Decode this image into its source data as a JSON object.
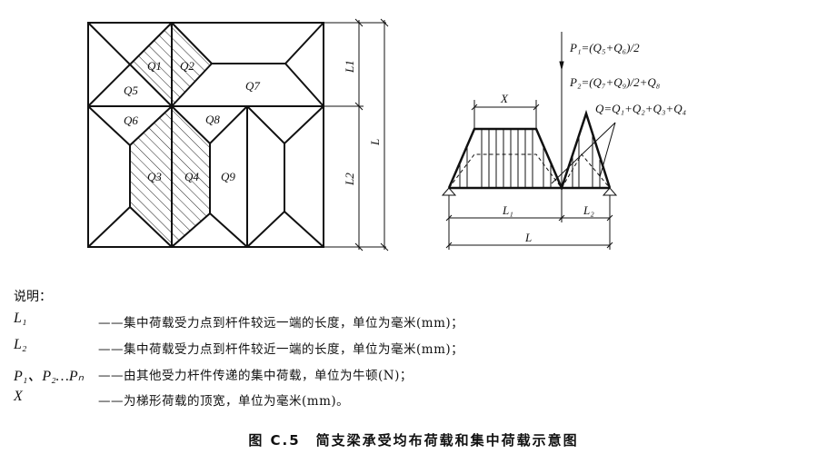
{
  "plan_labels": {
    "q1": "Q1",
    "q2": "Q2",
    "q3": "Q3",
    "q4": "Q4",
    "q5": "Q5",
    "q6": "Q6",
    "q7": "Q7",
    "q8": "Q8",
    "q9": "Q9",
    "l1": "L1",
    "l2": "L2",
    "l": "L"
  },
  "beam_labels": {
    "p1": "P₁=(Q₅+Q₆)/2",
    "p2": "P₂=(Q₇+Q₉)/2+Q₈",
    "q": "Q=Q₁+Q₂+Q₃+Q₄",
    "x": "X",
    "l1": "L₁",
    "l2": "L₂",
    "l": "L"
  },
  "legend": {
    "heading": "说明：",
    "items": [
      {
        "symbol": "L₁",
        "text": "——集中荷载受力点到杆件较远一端的长度，单位为毫米(mm)；"
      },
      {
        "symbol": "L₂",
        "text": "——集中荷载受力点到杆件较近一端的长度，单位为毫米(mm)；"
      },
      {
        "symbol": "P₁、P₂…Pₙ",
        "text": "——由其他受力杆件传递的集中荷载，单位为牛顿(N)；"
      },
      {
        "symbol": "X",
        "text": "——为梯形荷载的顶宽，单位为毫米(mm)。"
      }
    ]
  },
  "caption": "图 C.5　简支梁承受均布荷载和集中荷载示意图"
}
